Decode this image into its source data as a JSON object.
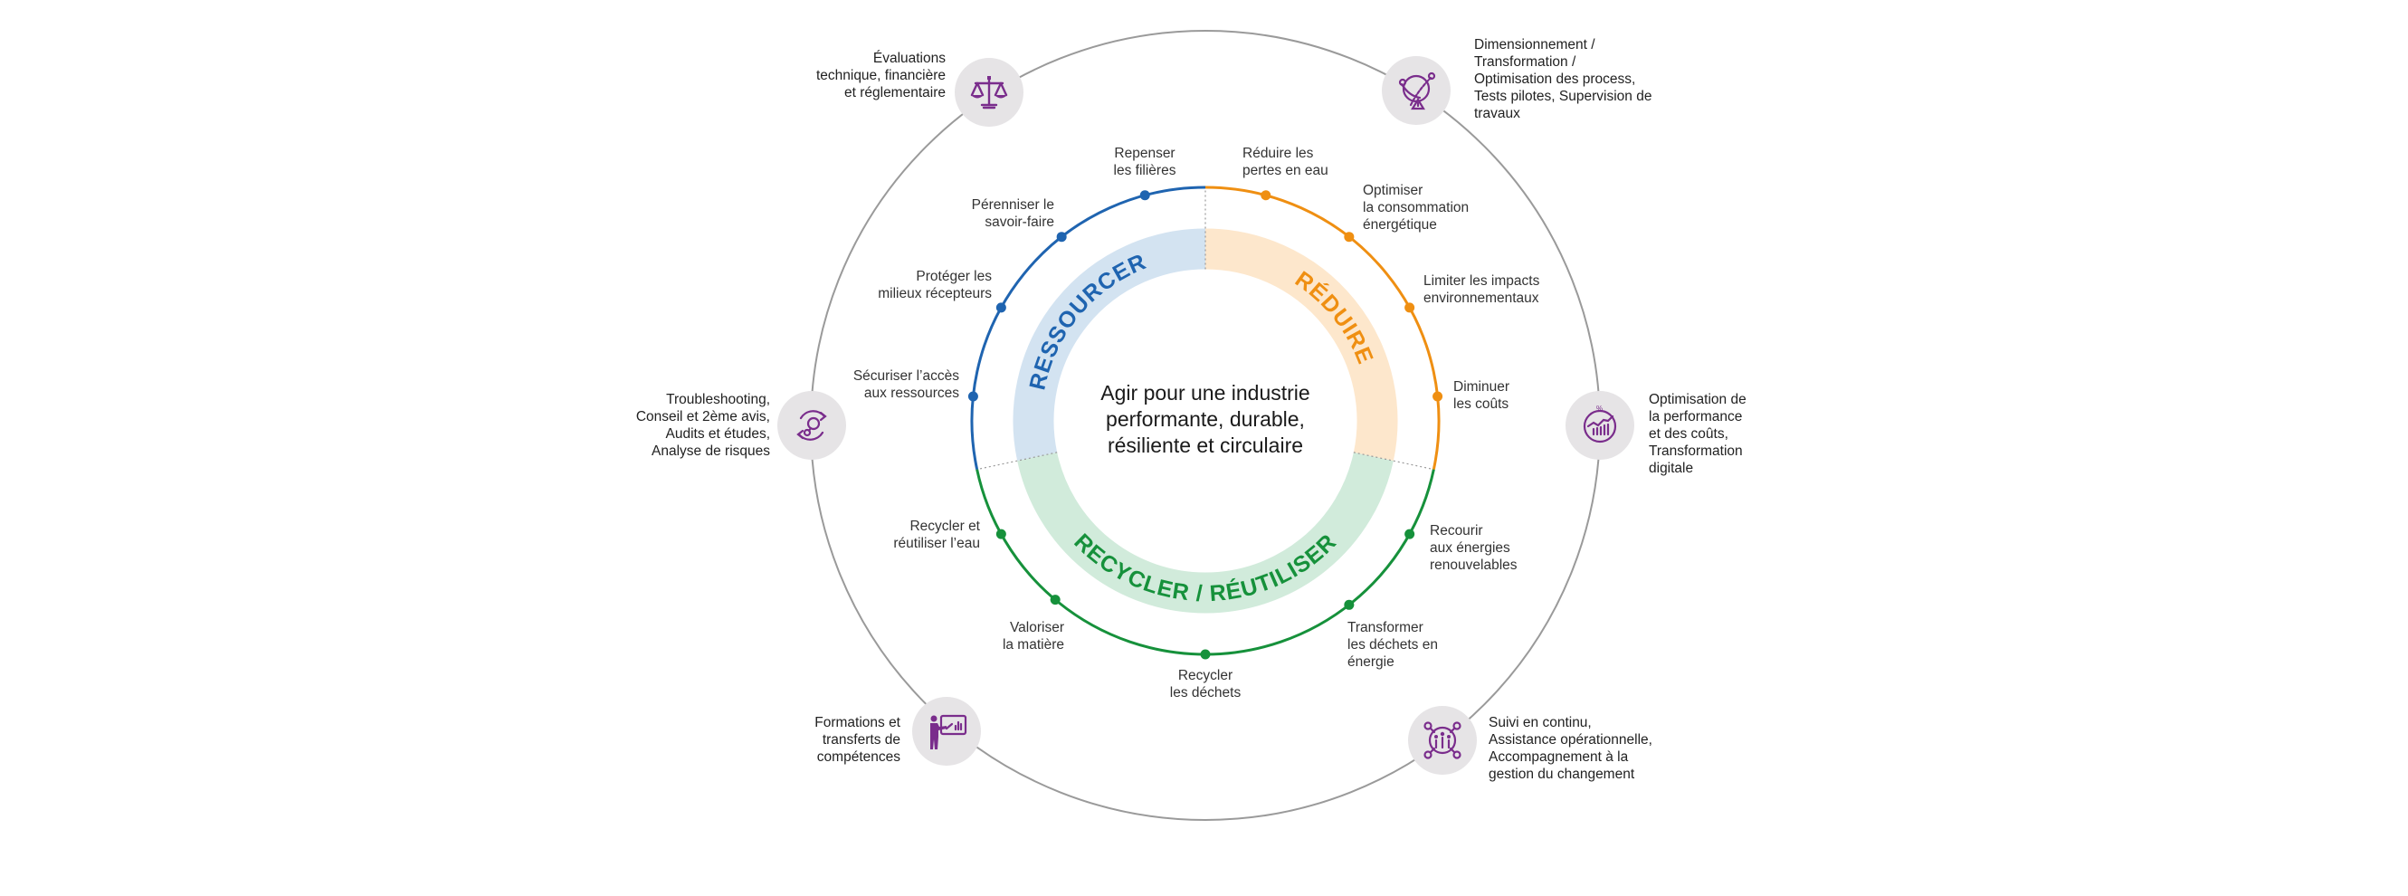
{
  "colors": {
    "ressourcer": "#1f64b0",
    "ressourcer_band": "#d3e3f1",
    "reduire": "#ef8f12",
    "reduire_band": "#fde7cc",
    "recycler": "#16913b",
    "recycler_band": "#d1ebdb",
    "outer_ring": "#9a9a9a",
    "icon_bg": "#e6e4e6",
    "icon_fg": "#7a2d8c"
  },
  "center": {
    "title": "Agir pour une industrie\nperformante, durable,\nrésiliente et circulaire"
  },
  "sections": [
    {
      "key": "ressourcer",
      "label": "RESSOURCER"
    },
    {
      "key": "reduire",
      "label": "RÉDUIRE"
    },
    {
      "key": "recycler",
      "label": "RECYCLER / RÉUTILISER"
    }
  ],
  "actions": {
    "ressourcer": [
      {
        "text": "Repenser\nles filières"
      },
      {
        "text": "Pérenniser le\nsavoir-faire"
      },
      {
        "text": "Protéger les\nmilieux récepteurs"
      },
      {
        "text": "Sécuriser l’accès\naux ressources"
      }
    ],
    "reduire": [
      {
        "text": "Réduire les\npertes en eau"
      },
      {
        "text": "Optimiser\nla consommation\nénergétique"
      },
      {
        "text": "Limiter les impacts\nenvironnementaux"
      },
      {
        "text": "Diminuer\nles coûts"
      }
    ],
    "recycler": [
      {
        "text": "Recourir\naux énergies\nrenouvelables"
      },
      {
        "text": "Transformer\nles déchets en\nénergie"
      },
      {
        "text": "Recycler\nles déchets"
      },
      {
        "text": "Valoriser\nla matière"
      },
      {
        "text": "Recycler et\nréutiliser l’eau"
      }
    ]
  },
  "services": [
    {
      "icon": "scales-icon",
      "text": "Évaluations\ntechnique, financière\net réglementaire"
    },
    {
      "icon": "process-optimization-icon",
      "text": "Dimensionnement /\nTransformation /\nOptimisation des process,\nTests pilotes, Supervision de\ntravaux"
    },
    {
      "icon": "troubleshooting-cycle-icon",
      "text": "Troubleshooting,\nConseil et 2ème avis,\nAudits et études,\nAnalyse de risques"
    },
    {
      "icon": "performance-chart-icon",
      "text": "Optimisation de\nla performance\net des coûts,\nTransformation\ndigitale"
    },
    {
      "icon": "training-presentation-icon",
      "text": "Formations et\ntransferts de\ncompétences"
    },
    {
      "icon": "team-monitoring-icon",
      "text": "Suivi en continu,\nAssistance opérationnelle,\nAccompagnement à la\ngestion du changement"
    }
  ]
}
